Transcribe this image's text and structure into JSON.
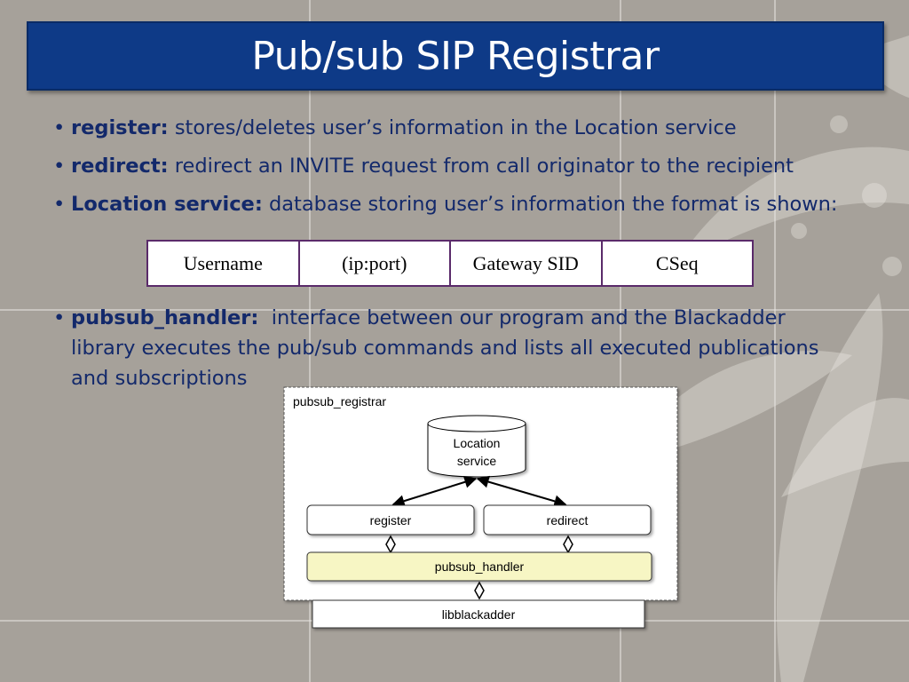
{
  "slide": {
    "title": "Pub/sub SIP Registrar"
  },
  "bullets": [
    {
      "term": "register:",
      "text": " stores/deletes user’s information in the Location service"
    },
    {
      "term": "redirect:",
      "text": " redirect an INVITE request from call originator to the recipient"
    },
    {
      "term": "Location service:",
      "text": " database storing user’s information the format is shown:"
    },
    {
      "term": "pubsub_handler:",
      "line1": "  interface between our program and the Blackadder",
      "line2": "library executes the pub/sub commands and lists all executed publications",
      "line3": "and subscriptions"
    }
  ],
  "format_table": [
    "Username",
    "(ip:port)",
    "Gateway SID",
    "CSeq"
  ],
  "diagram": {
    "container_label": "pubsub_registrar",
    "location_service_line1": "Location",
    "location_service_line2": "service",
    "register": "register",
    "redirect": "redirect",
    "handler": "pubsub_handler",
    "library": "libblackadder"
  },
  "colors": {
    "background": "#a6a19a",
    "title_bar": "#0e3a87",
    "bullet_text": "#13296b",
    "table_border": "#5a2a6a",
    "handler_fill": "#f7f6c4"
  }
}
